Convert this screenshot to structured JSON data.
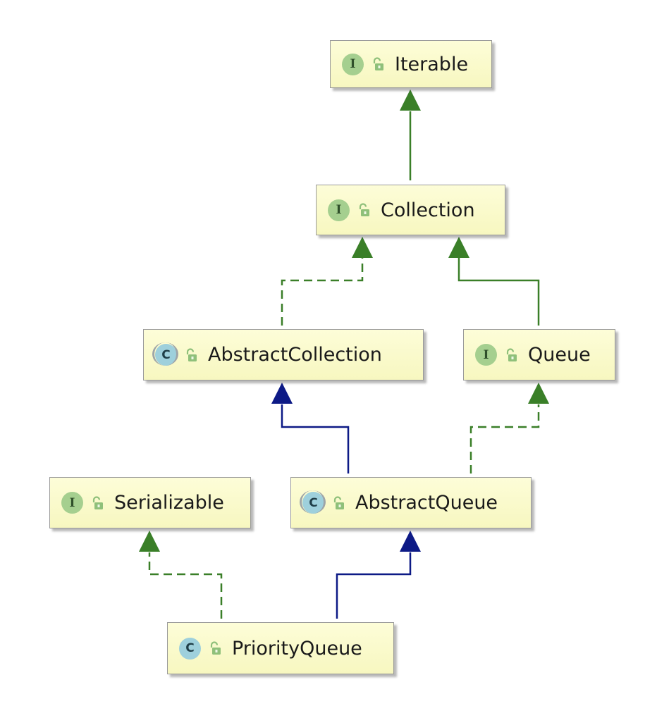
{
  "diagram": {
    "colors": {
      "implements": "#3a7f28",
      "extends": "#0d1a86",
      "interface_icon": "#a5cf8f",
      "class_icon": "#9ed0dc",
      "node_fill": "#fafacc"
    },
    "nodes": [
      {
        "id": "iterable",
        "label": "Iterable",
        "kind": "interface",
        "icon": "interface-icon"
      },
      {
        "id": "collection",
        "label": "Collection",
        "kind": "interface",
        "icon": "interface-icon"
      },
      {
        "id": "abstract-collection",
        "label": "AbstractCollection",
        "kind": "abstract-class",
        "icon": "abstract-class-icon"
      },
      {
        "id": "queue",
        "label": "Queue",
        "kind": "interface",
        "icon": "interface-icon"
      },
      {
        "id": "serializable",
        "label": "Serializable",
        "kind": "interface",
        "icon": "interface-icon"
      },
      {
        "id": "abstract-queue",
        "label": "AbstractQueue",
        "kind": "abstract-class",
        "icon": "abstract-class-icon"
      },
      {
        "id": "priority-queue",
        "label": "PriorityQueue",
        "kind": "class",
        "icon": "class-icon"
      }
    ],
    "edges": [
      {
        "from": "collection",
        "to": "iterable",
        "relation": "extends-interface",
        "style": "solid",
        "color": "implements"
      },
      {
        "from": "abstract-collection",
        "to": "collection",
        "relation": "implements",
        "style": "dashed",
        "color": "implements"
      },
      {
        "from": "queue",
        "to": "collection",
        "relation": "extends-interface",
        "style": "solid",
        "color": "implements"
      },
      {
        "from": "abstract-queue",
        "to": "abstract-collection",
        "relation": "extends",
        "style": "solid",
        "color": "extends"
      },
      {
        "from": "abstract-queue",
        "to": "queue",
        "relation": "implements",
        "style": "dashed",
        "color": "implements"
      },
      {
        "from": "priority-queue",
        "to": "serializable",
        "relation": "implements",
        "style": "dashed",
        "color": "implements"
      },
      {
        "from": "priority-queue",
        "to": "abstract-queue",
        "relation": "extends",
        "style": "solid",
        "color": "extends"
      }
    ]
  }
}
